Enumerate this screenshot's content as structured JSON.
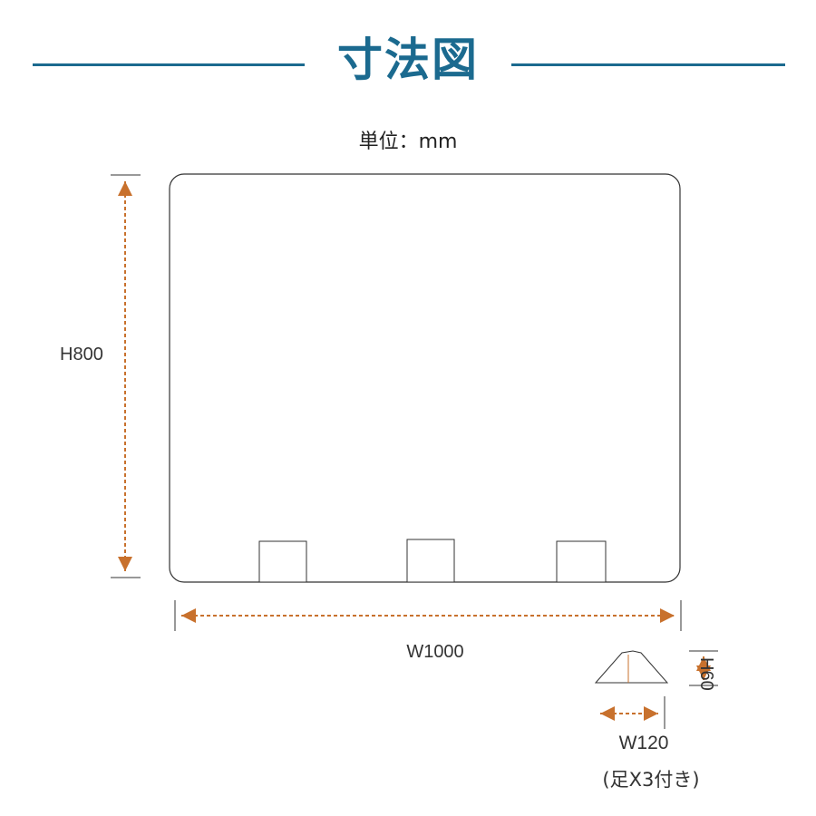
{
  "title": "寸法図",
  "unit_label": "単位：mm",
  "dimensions": {
    "height": "H800",
    "width": "W1000",
    "foot_height": "H60",
    "foot_width": "W120",
    "foot_note": "(足X3付き)"
  },
  "colors": {
    "title": "#1b6a8f",
    "arrow": "#c8712d",
    "outline": "#333333"
  }
}
